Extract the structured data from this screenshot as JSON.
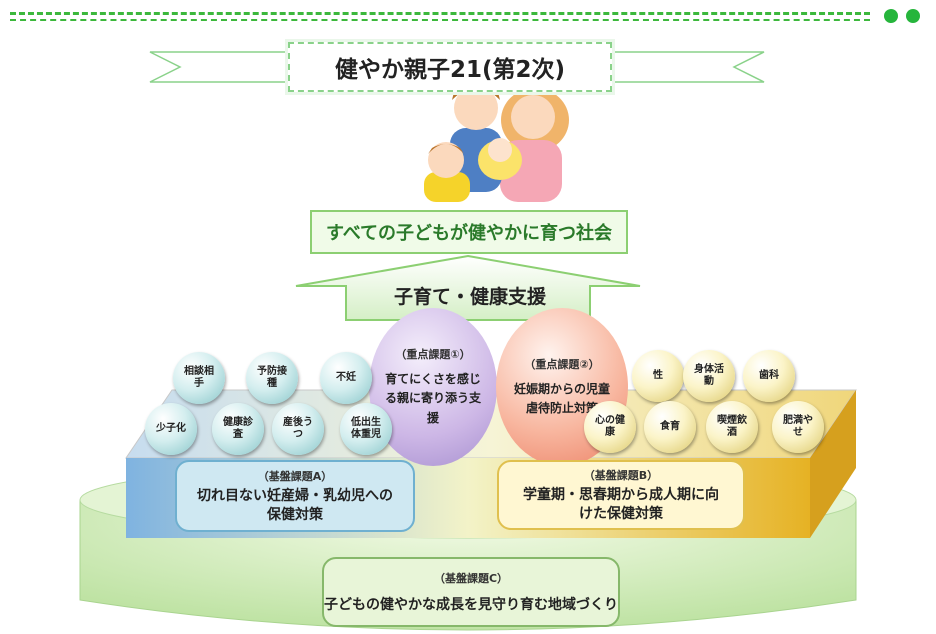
{
  "title": "健やか親子21(第2次)",
  "goal": "すべての子どもが健やかに育つ社会",
  "support_arrow": "子育て・健康支援",
  "focus": [
    {
      "tag": "（重点課題①）",
      "text": "育てにくさを感じる親に寄り添う支援"
    },
    {
      "tag": "（重点課題②）",
      "text": "妊娠期からの児童虐待防止対策"
    }
  ],
  "left_bubbles": {
    "soudan": "相談相手",
    "yobou": "予防接種",
    "funin": "不妊",
    "shoushika": "少子化",
    "kenshin": "健康診査",
    "sango": "産後うつ",
    "teishussei": "低出生体重児"
  },
  "right_bubbles": {
    "sei": "性",
    "shintai": "身体活動",
    "shika": "歯科",
    "kokoro": "心の健康",
    "shokuiku": "食育",
    "kitsuen": "喫煙飲酒",
    "himan": "肥満やせ"
  },
  "base": {
    "a_tag": "（基盤課題A）",
    "a_text": "切れ目ない妊産婦・乳幼児への保健対策",
    "b_tag": "（基盤課題B）",
    "b_text": "学童期・思春期から成人期に向けた保健対策",
    "c_tag": "（基盤課題C）",
    "c_text": "子どもの健やかな成長を見守り育む地域づくり"
  }
}
